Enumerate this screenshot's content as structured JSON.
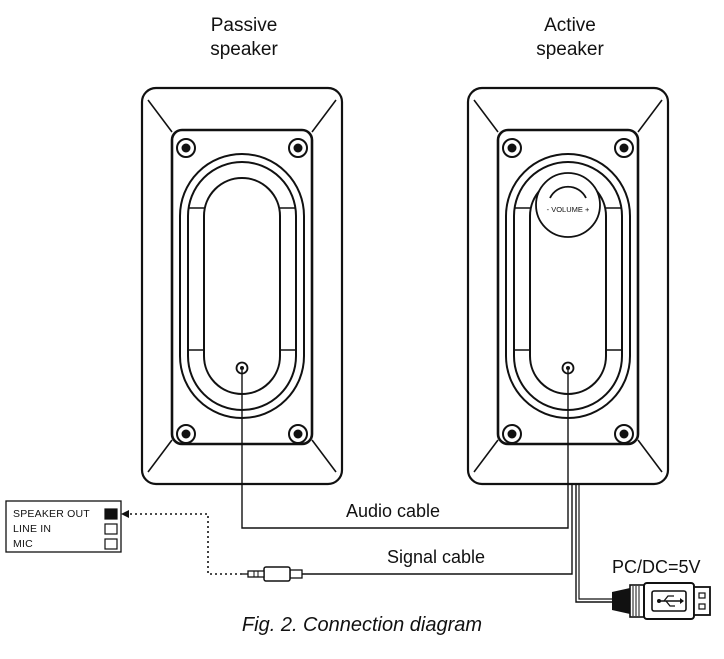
{
  "passive": {
    "title_line1": "Passive",
    "title_line2": "speaker"
  },
  "active": {
    "title_line1": "Active",
    "title_line2": "speaker",
    "volume_label": "- VOLUME +"
  },
  "jack_panel": {
    "speaker_out": "SPEAKER OUT",
    "line_in": "LINE IN",
    "mic": "MIC"
  },
  "cables": {
    "audio": "Audio cable",
    "signal": "Signal cable",
    "power": "PC/DC=5V"
  },
  "caption": "Fig. 2. Connection diagram",
  "icons": {
    "usb": "usb-icon"
  },
  "colors": {
    "line": "#111111",
    "panel_fill": "#ffffff",
    "port_filled": "#111111"
  }
}
